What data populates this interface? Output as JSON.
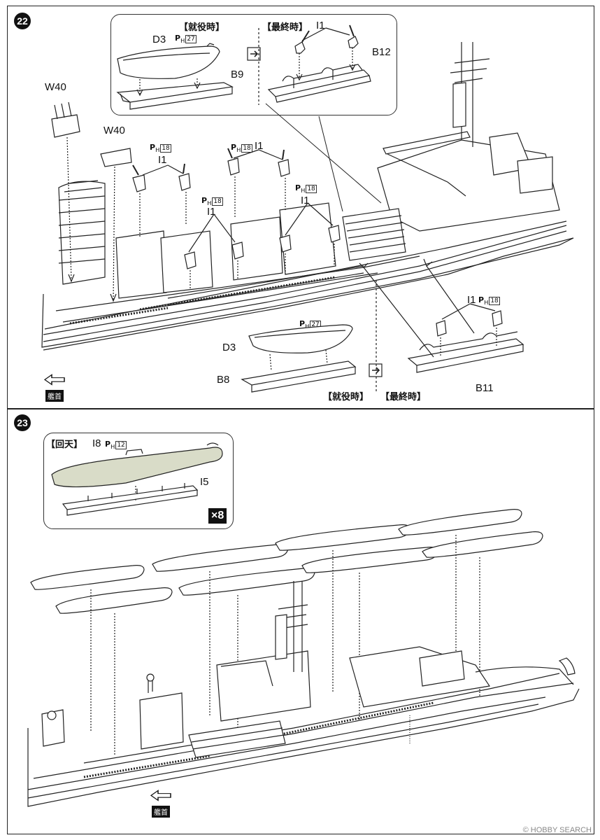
{
  "steps": {
    "step22": {
      "number": "22",
      "inset": {
        "left_heading": "【就役時】",
        "right_heading": "【最終時】",
        "parts": {
          "d3": "D3",
          "b9": "B9",
          "i1": "I1",
          "b12": "B12"
        },
        "paint_d3": {
          "prefix": "P",
          "sub": "H",
          "num": "27"
        }
      },
      "labels": {
        "w40_a": "W40",
        "w40_b": "W40",
        "i1_a": "I1",
        "i1_b": "I1",
        "i1_c": "I1",
        "i1_d": "I1",
        "i1_e": "I1",
        "d3": "D3",
        "b8": "B8",
        "b11": "B11"
      },
      "paint_i1_a": {
        "prefix": "P",
        "sub": "H",
        "num": "18"
      },
      "paint_i1_b": {
        "prefix": "P",
        "sub": "H",
        "num": "18"
      },
      "paint_i1_c": {
        "prefix": "P",
        "sub": "H",
        "num": "18"
      },
      "paint_i1_d": {
        "prefix": "P",
        "sub": "H",
        "num": "18"
      },
      "paint_i1_e": {
        "prefix": "P",
        "sub": "H",
        "num": "18"
      },
      "paint_d3": {
        "prefix": "P",
        "sub": "H",
        "num": "27"
      },
      "bottom_left_heading": "【就役時】",
      "bottom_right_heading": "【最終時】",
      "bow_tag": "艦首"
    },
    "step23": {
      "number": "23",
      "inset": {
        "heading": "【回天】",
        "part_i8": "I8",
        "part_i5": "I5",
        "paint": {
          "prefix": "P",
          "sub": "H",
          "num": "12"
        },
        "quantity": "×8"
      },
      "bow_tag": "艦首"
    }
  },
  "watermark": "© HOBBY SEARCH",
  "colors": {
    "line": "#222222",
    "kaiten_fill": "#d9dcc8",
    "ink": "#111111"
  }
}
